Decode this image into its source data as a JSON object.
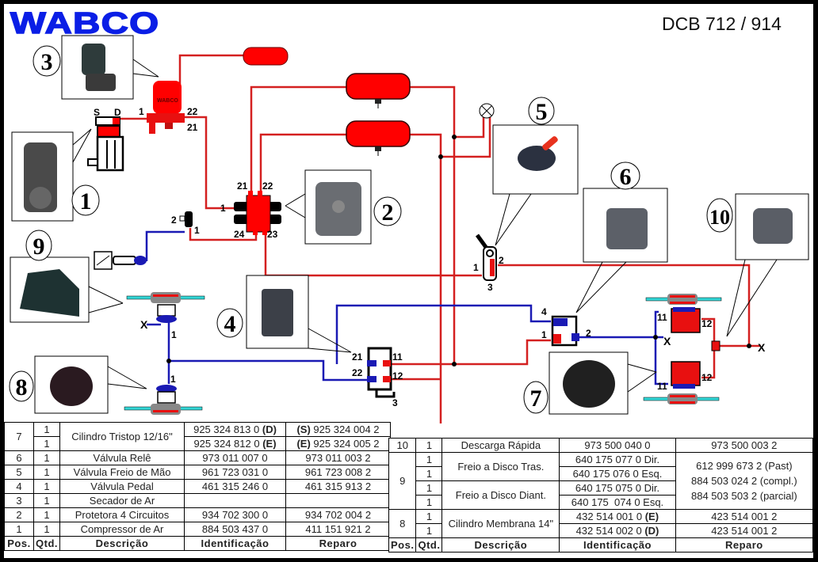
{
  "header": {
    "brand": "WABCO",
    "document_title": "DCB 712 / 914"
  },
  "colors": {
    "brand_blue": "#0a1ee6",
    "supply_line_red": "#d42020",
    "control_line_blue": "#1a1ab4",
    "component_red": "#ff0000",
    "brake_disc_cyan": "#33d6d6"
  },
  "diagram": {
    "callouts": [
      "1",
      "2",
      "3",
      "4",
      "5",
      "6",
      "7",
      "8",
      "9",
      "10"
    ],
    "port_labels": {
      "compressor": [
        "S",
        "D"
      ],
      "air_dryer": [
        "1",
        "22",
        "21"
      ],
      "four_circuit": [
        "21",
        "22",
        "1",
        "24",
        "23"
      ],
      "small_valve": [
        "2",
        "1"
      ],
      "hand_brake": [
        "1",
        "2",
        "3"
      ],
      "pedal_valve": [
        "21",
        "11",
        "22",
        "12",
        "3"
      ],
      "relay_valve": [
        "4",
        "1",
        "2"
      ],
      "tristop_top": [
        "11",
        "12"
      ],
      "tristop_bottom": [
        "11",
        "12"
      ],
      "membrane": [
        "1",
        "1"
      ],
      "exhaust": [
        "X",
        "X",
        "X"
      ]
    }
  },
  "table_left": {
    "headers": [
      "Pos.",
      "Qtd.",
      "Descrição",
      "Identificação",
      "Reparo"
    ],
    "rows": [
      {
        "pos": "7",
        "qty": [
          "1",
          "1"
        ],
        "desc": "Cilindro Tristop 12/16\"",
        "ident": [
          {
            "num": "925 324 813 0",
            "tag": "(D)"
          },
          {
            "num": "925 324 812 0",
            "tag": "(E)"
          }
        ],
        "repair": [
          {
            "tag": "(S)",
            "num": "925 324 004 2"
          },
          {
            "tag": "(E)",
            "num": "925 324 005 2"
          }
        ]
      },
      {
        "pos": "6",
        "qty": "1",
        "desc": "Válvula Relê",
        "ident": "973 011 007 0",
        "repair": "973 011 003 2"
      },
      {
        "pos": "5",
        "qty": "1",
        "desc": "Válvula Freio de Mão",
        "ident": "961 723 031 0",
        "repair": "961 723 008 2"
      },
      {
        "pos": "4",
        "qty": "1",
        "desc": "Válvula Pedal",
        "ident": "461 315 246 0",
        "repair": "461 315 913 2"
      },
      {
        "pos": "3",
        "qty": "1",
        "desc": "Secador de Ar",
        "ident": "",
        "repair": ""
      },
      {
        "pos": "2",
        "qty": "1",
        "desc": "Protetora 4 Circuitos",
        "ident": "934 702 300 0",
        "repair": "934 702 004 2"
      },
      {
        "pos": "1",
        "qty": "1",
        "desc": "Compressor de Ar",
        "ident": "884 503 437 0",
        "repair": "411 151 921 2"
      }
    ]
  },
  "table_right": {
    "headers": [
      "Pos.",
      "Qtd.",
      "Descrição",
      "Identificação",
      "Reparo"
    ],
    "rows": [
      {
        "pos": "10",
        "qty": "1",
        "desc": "Descarga Rápida",
        "ident": "973 500 040 0",
        "repair": "973 500 003 2"
      },
      {
        "pos": "9",
        "qty": [
          "1",
          "1",
          "1",
          "1"
        ],
        "desc": [
          "Freio a Disco Tras.",
          "Freio a Disco Diant."
        ],
        "ident": [
          "640 175 077 0 Dir.",
          "640 175 076 0 Esq.",
          "640 175 075 0 Dir.",
          "640 175  074 0 Esq."
        ],
        "repair": [
          "612 999 673 2 (Past)",
          "884 503 024 2 (compl.)",
          "884 503 503 2 (parcial)"
        ]
      },
      {
        "pos": "8",
        "qty": [
          "1",
          "1"
        ],
        "desc": "Cilindro Membrana 14\"",
        "ident": [
          {
            "num": "432 514 001 0",
            "tag": "(E)"
          },
          {
            "num": "432 514 002 0",
            "tag": "(D)"
          }
        ],
        "repair": [
          "423 514 001 2",
          "423 514 001 2"
        ]
      }
    ]
  }
}
